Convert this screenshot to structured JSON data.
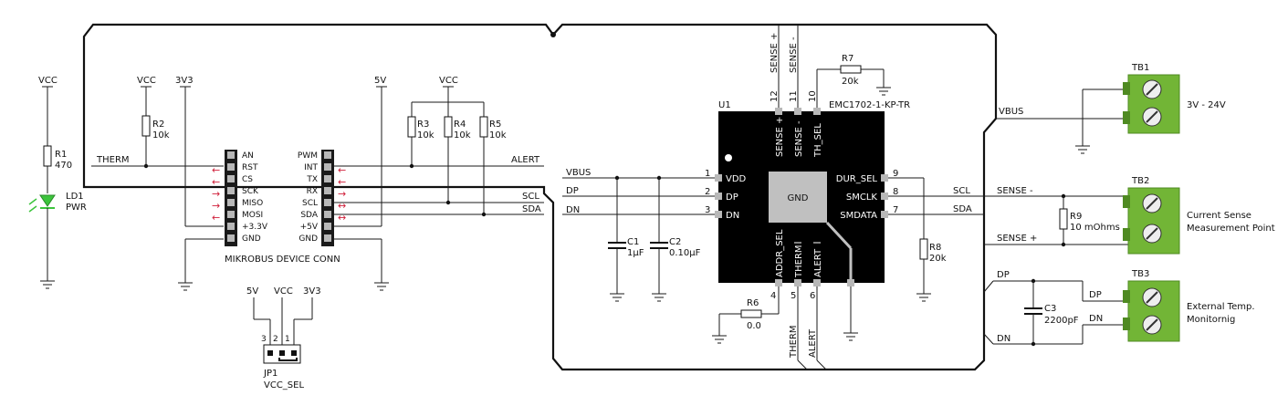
{
  "labels": {
    "vcc": "VCC",
    "v3v3": "3V3",
    "v5": "5V",
    "therm": "THERM",
    "alert": "ALERT",
    "scl": "SCL",
    "sda": "SDA",
    "vbus": "VBUS",
    "dp": "DP",
    "dn": "DN",
    "sense_pos": "SENSE +",
    "sense_neg": "SENSE -"
  },
  "components": {
    "r1": {
      "ref": "R1",
      "value": "470"
    },
    "r2": {
      "ref": "R2",
      "value": "10k"
    },
    "r3": {
      "ref": "R3",
      "value": "10k"
    },
    "r4": {
      "ref": "R4",
      "value": "10k"
    },
    "r5": {
      "ref": "R5",
      "value": "10k"
    },
    "r6": {
      "ref": "R6",
      "value": "0.0"
    },
    "r7": {
      "ref": "R7",
      "value": "20k"
    },
    "r8": {
      "ref": "R8",
      "value": "20k"
    },
    "r9": {
      "ref": "R9",
      "value": "10 mOhms"
    },
    "c1": {
      "ref": "C1",
      "value": "1µF"
    },
    "c2": {
      "ref": "C2",
      "value": "0.10µF"
    },
    "c3": {
      "ref": "C3",
      "value": "2200pF"
    },
    "ld1": {
      "ref": "LD1",
      "value": "PWR"
    },
    "jp1": {
      "ref": "JP1",
      "value": "VCC_SEL",
      "pins": [
        "3",
        "2",
        "1"
      ]
    },
    "u1": {
      "ref": "U1",
      "part": "EMC1702-1-KP-TR",
      "center": "GND"
    }
  },
  "mikrobus": {
    "title": "MIKROBUS DEVICE CONN",
    "left": [
      "AN",
      "RST",
      "CS",
      "SCK",
      "MISO",
      "MOSI",
      "+3.3V",
      "GND"
    ],
    "right": [
      "PWM",
      "INT",
      "TX",
      "RX",
      "SCL",
      "SDA",
      "+5V",
      "GND"
    ]
  },
  "chip": {
    "left_pins": [
      {
        "num": "1",
        "name": "VDD"
      },
      {
        "num": "2",
        "name": "DP"
      },
      {
        "num": "3",
        "name": "DN"
      }
    ],
    "right_pins": [
      {
        "num": "9",
        "name": "DUR_SEL"
      },
      {
        "num": "8",
        "name": "SMCLK"
      },
      {
        "num": "7",
        "name": "SMDATA"
      }
    ],
    "top_pins": [
      {
        "num": "12",
        "name": "SENSE +"
      },
      {
        "num": "11",
        "name": "SENSE -"
      },
      {
        "num": "10",
        "name": "TH_SEL"
      }
    ],
    "bottom_pins": [
      {
        "num": "4",
        "name": "ADDR_SEL"
      },
      {
        "num": "5",
        "name": "THERM"
      },
      {
        "num": "6",
        "name": "ALERT"
      }
    ]
  },
  "terminals": [
    {
      "ref": "TB1",
      "desc1": "3V - 24V",
      "desc2": ""
    },
    {
      "ref": "TB2",
      "desc1": "Current Sense",
      "desc2": "Measurement Point"
    },
    {
      "ref": "TB3",
      "desc1": "External Temp.",
      "desc2": "Monitornig"
    }
  ],
  "colors": {
    "wire": "#1a1a1a",
    "chip": "#000000",
    "chip_center": "#c0c0c0",
    "pad": "#b8b8b8",
    "terminal": "#72b536",
    "terminal_dark": "#4f8a22",
    "led": "#3cc43c",
    "arrow": "#d0203a"
  }
}
